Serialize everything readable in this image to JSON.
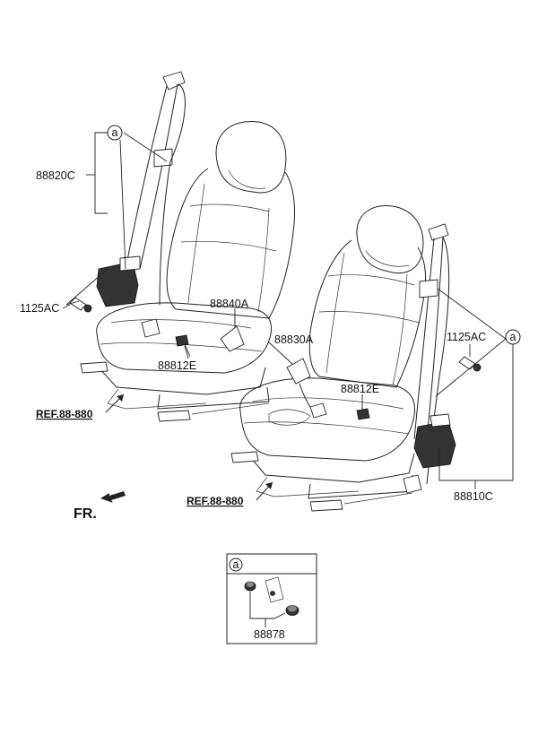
{
  "labels": {
    "p88820C": "88820C",
    "p1125AC_left": "1125AC",
    "p88840A": "88840A",
    "p88812E_left": "88812E",
    "p88830A": "88830A",
    "p1125AC_right": "1125AC",
    "p88812E_right": "88812E",
    "p88810C": "88810C",
    "p88878": "88878",
    "ref_left": "REF.88-880",
    "ref_right": "REF.88-880",
    "fr": "FR.",
    "callout_left": "a",
    "callout_right": "a",
    "inset_callout": "a"
  }
}
